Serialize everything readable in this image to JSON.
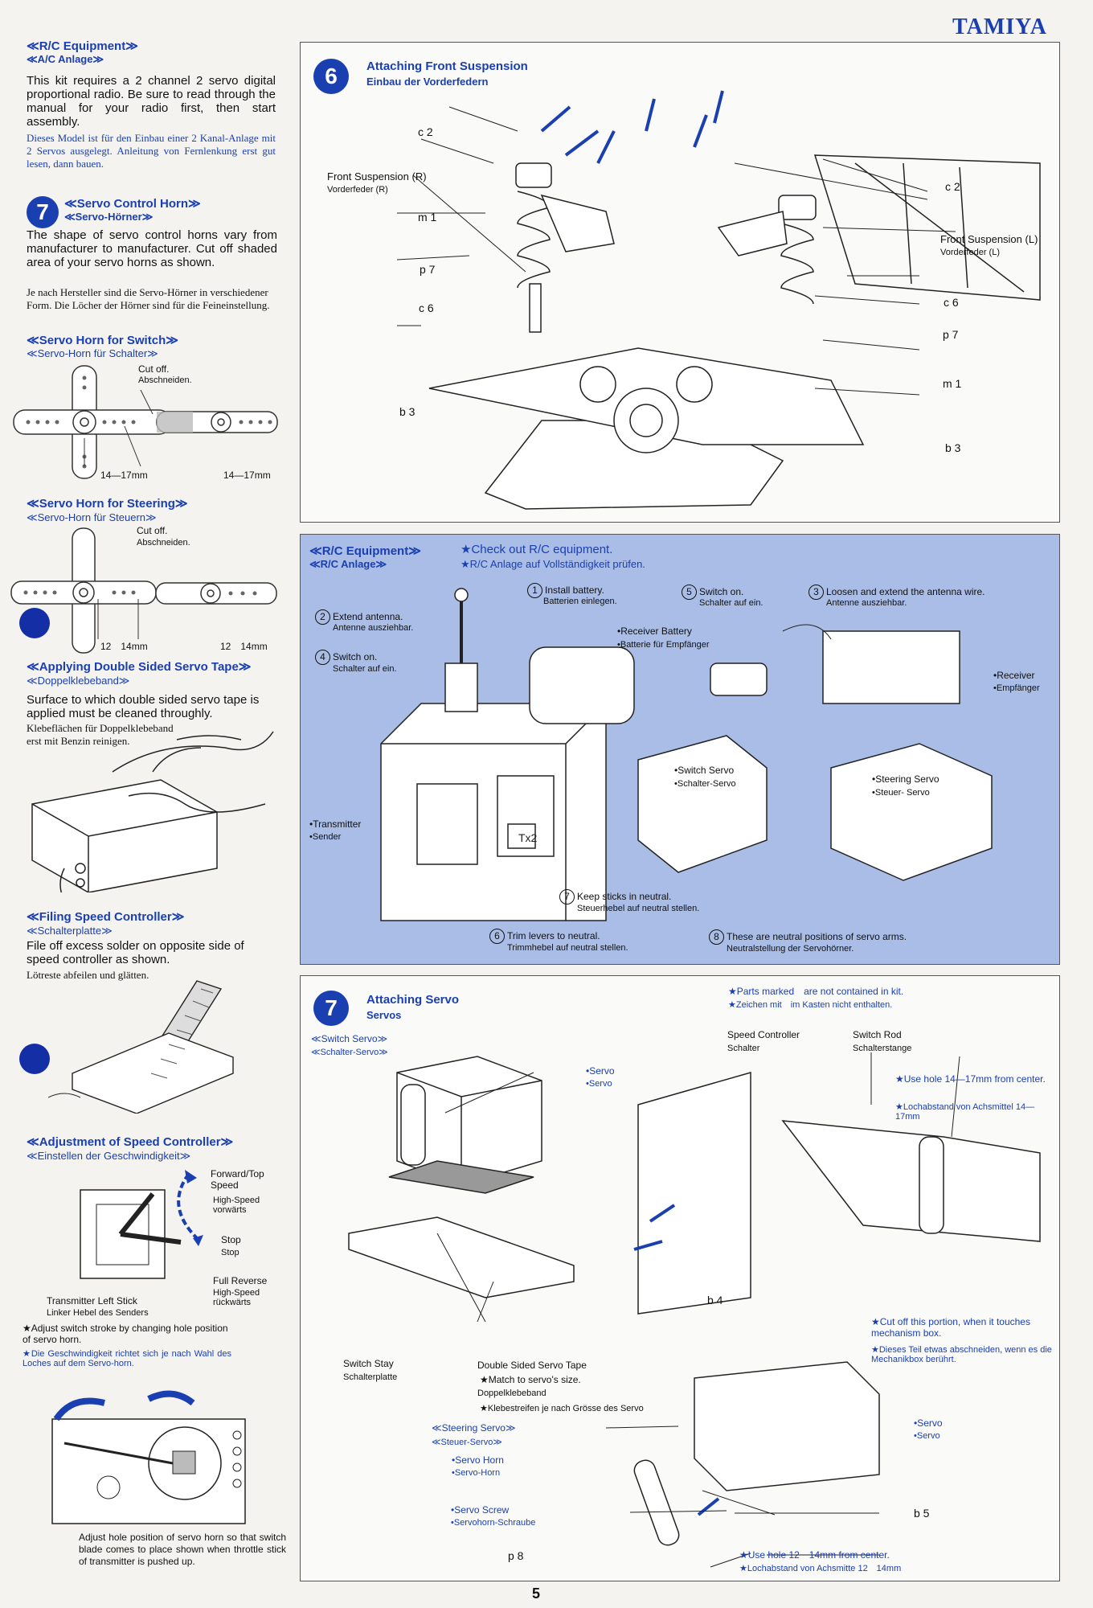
{
  "brand": "TAMIYA",
  "page_number": "5",
  "left": {
    "rc_equipment": {
      "title_en": "≪R/C Equipment≫",
      "title_de": "≪A/C Anlage≫",
      "body_en": "This kit requires a 2 channel 2 servo digital proportional radio. Be sure to read through the manual for your radio first, then start assembly.",
      "body_de": "Dieses Model ist für den Einbau einer 2 Kanal-Anlage mit 2 Servos ausgelegt. Anleitung von Fernlenkung erst gut lesen, dann bauen."
    },
    "step7_num": "7",
    "servo_horn": {
      "title_en": "≪Servo Control Horn≫",
      "title_de": "≪Servo-Hörner≫",
      "body_en": "The shape of servo control horns vary from manufacturer to manufacturer. Cut off shaded area of your servo horns as shown.",
      "body_de": "Je nach Hersteller sind die Servo-Hörner in verschiedener Form. Die Löcher der Hörner sind für die Feineinstellung."
    },
    "horn_switch": {
      "title_en": "≪Servo Horn for Switch≫",
      "title_de": "≪Servo-Horn für Schalter≫",
      "cut_en": "Cut off.",
      "cut_de": "Abschneiden.",
      "dim1": "14—17mm",
      "dim2": "14—17mm"
    },
    "horn_steering": {
      "title_en": "≪Servo Horn for Steering≫",
      "title_de": "≪Servo-Horn für Steuern≫",
      "cut_en": "Cut off.",
      "cut_de": "Abschneiden.",
      "dim1": "12　14mm",
      "dim2": "12　14mm"
    },
    "tape": {
      "title_en": "≪Applying Double Sided Servo Tape≫",
      "title_de": "≪Doppelklebeband≫",
      "body_en": "Surface to which double sided servo tape is applied must be cleaned throughly.",
      "body_de": "Klebeflächen für Doppelklebeband erst mit Benzin reinigen."
    },
    "filing": {
      "title_en": "≪Filing Speed Controller≫",
      "title_de": "≪Schalterplatte≫",
      "body_en": "File off excess solder on opposite side of speed controller as shown.",
      "body_de": "Lötreste abfeilen und glätten."
    },
    "adjustment": {
      "title_en": "≪Adjustment of Speed Controller≫",
      "title_de": "≪Einstellen der Geschwindigkeit≫",
      "forward_en": "Forward/Top Speed",
      "forward_de": "High-Speed vorwärts",
      "stop_en": "Stop",
      "stop_de": "Stop",
      "reverse_en": "Full Reverse",
      "reverse_de": "High-Speed rückwärts",
      "stick_en": "Transmitter Left Stick",
      "stick_de": "Linker Hebel des Senders",
      "note_en": "★Adjust switch stroke by changing hole position of servo horn.",
      "note_de": "★Die Geschwindigkeit richtet sich je nach Wahl des Loches auf dem Servo-horn.",
      "bottom_note": "Adjust hole position of servo horn so that switch blade comes to place shown when throttle stick of transmitter is pushed up."
    }
  },
  "step6": {
    "num": "6",
    "title_en": "Attaching Front Suspension",
    "title_de": "Einbau der Vorderfedern",
    "labels": {
      "c2_left": "c 2",
      "front_r_en": "Front Suspension (R)",
      "front_r_de": "Vorderfeder (R)",
      "m1_left": "m 1",
      "p7_left": "p 7",
      "c6_left": "c 6",
      "b3_left": "b 3",
      "c2_right": "c 2",
      "front_l_en": "Front Suspension (L)",
      "front_l_de": "Vorderfeder (L)",
      "c6_right": "c 6",
      "p7_right": "p 7",
      "m1_right": "m 1",
      "b3_right": "b 3"
    }
  },
  "rc_panel": {
    "title_en": "≪R/C Equipment≫",
    "title_de": "≪R/C Anlage≫",
    "check_en": "★Check out R/C equipment.",
    "check_de": "★R/C Anlage auf Vollständigkeit prüfen.",
    "s1_num": "1",
    "s1_en": "Install battery.",
    "s1_de": "Batterien einlegen.",
    "s2_num": "2",
    "s2_en": "Extend antenna.",
    "s2_de": "Antenne ausziehbar.",
    "s3_num": "3",
    "s3_en": "Loosen and extend the antenna wire.",
    "s3_de": "Antenne ausziehbar.",
    "s4_num": "4",
    "s4_en": "Switch on.",
    "s4_de": "Schalter auf ein.",
    "s5_num": "5",
    "s5_en": "Switch on.",
    "s5_de": "Schalter auf ein.",
    "s6_num": "6",
    "s6_en": "Trim levers to neutral.",
    "s6_de": "Trimmhebel auf neutral stellen.",
    "s7_num": "7",
    "s7_en": "Keep sticks in neutral.",
    "s7_de": "Steuerhebel auf neutral stellen.",
    "s8_num": "8",
    "s8_en": "These are neutral positions of servo arms.",
    "s8_de": "Neutralstellung der Servohörner.",
    "receiver_battery_en": "•Receiver Battery",
    "receiver_battery_de": "•Batterie für Empfänger",
    "receiver_en": "•Receiver",
    "receiver_de": "•Empfänger",
    "transmitter_en": "•Transmitter",
    "transmitter_de": "•Sender",
    "switch_servo_en": "•Switch Servo",
    "switch_servo_de": "•Schalter-Servo",
    "steering_servo_en": "•Steering Servo",
    "steering_servo_de": "•Steuer- Servo",
    "tx_label": "Tx2"
  },
  "step7": {
    "num": "7",
    "title_en": "Attaching Servo",
    "title_de": "Servos",
    "switch_servo_en": "≪Switch Servo≫",
    "switch_servo_de": "≪Schalter-Servo≫",
    "parts_note_en": "★Parts marked　are not contained in kit.",
    "parts_note_de": "★Zeichen mit　im Kasten nicht enthalten.",
    "servo1_en": "•Servo",
    "servo1_de": "•Servo",
    "speed_ctrl_en": "Speed Controller",
    "speed_ctrl_de": "Schalter",
    "switch_rod_en": "Switch Rod",
    "switch_rod_de": "Schalterstange",
    "hole_note_en": "★Use hole 14—17mm from center.",
    "hole_note_de": "★Lochabstand von Achsmittel 14—17mm",
    "b4": "b 4",
    "cut_note_en": "★Cut off this portion, when it touches mechanism box.",
    "cut_note_de": "★Dieses Teil etwas abschneiden, wenn es die Mechanikbox berührt.",
    "switch_stay_en": "Switch Stay",
    "switch_stay_de": "Schalterplatte",
    "tape_en": "Double Sided Servo Tape",
    "tape_match_en": "★Match to servo's size.",
    "tape_de": "Doppelklebeband",
    "tape_match_de": "★Klebestreifen je nach Grösse des Servo",
    "steering_servo_en": "≪Steering Servo≫",
    "steering_servo_de": "≪Steuer-Servo≫",
    "servo_horn_en": "•Servo Horn",
    "servo_horn_de": "•Servo-Horn",
    "servo_screw_en": "•Servo Screw",
    "servo_screw_de": "•Servohorn-Schraube",
    "servo2_en": "•Servo",
    "servo2_de": "•Servo",
    "b5": "b 5",
    "p8": "p 8",
    "hole12_en": "★Use hole 12　14mm from center.",
    "hole12_de": "★Lochabstand von Achsmitte 12　14mm"
  }
}
